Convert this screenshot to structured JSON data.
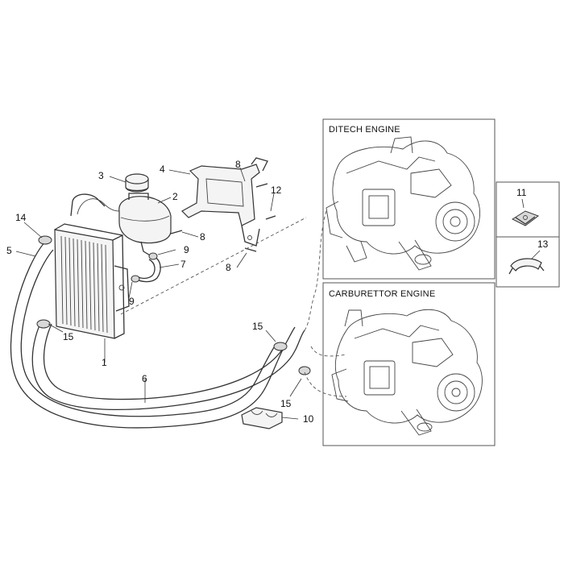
{
  "panels": {
    "ditech_title": "DITECH ENGINE",
    "carb_title": "CARBURETTOR ENGINE"
  },
  "callouts": {
    "c1": "1",
    "c2": "2",
    "c3": "3",
    "c4": "4",
    "c5": "5",
    "c6": "6",
    "c7": "7",
    "c8a": "8",
    "c8b": "8",
    "c8c": "8",
    "c9a": "9",
    "c9b": "9",
    "c10": "10",
    "c11": "11",
    "c12": "12",
    "c13": "13",
    "c14": "14",
    "c15a": "15",
    "c15b": "15",
    "c15c": "15"
  }
}
